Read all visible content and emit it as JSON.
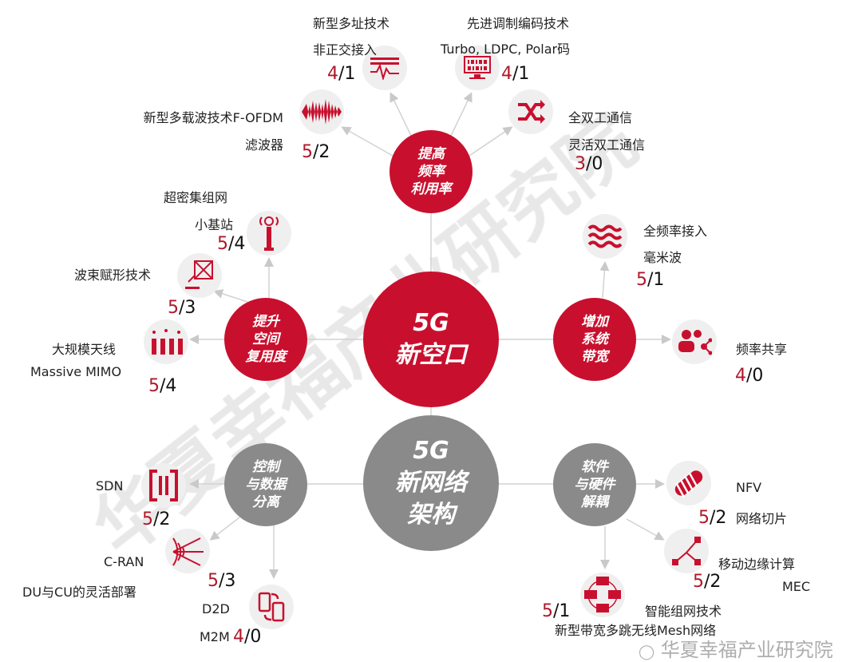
{
  "colors": {
    "accent": "#c8102e",
    "grey": "#8a8a8a"
  },
  "watermark": "华夏幸福产业研究院",
  "footer_watermark": "华夏幸福产业研究院",
  "hubs": {
    "air": [
      "5G",
      "新空口"
    ],
    "net": [
      "5G",
      "新网络",
      "架构"
    ],
    "freq": [
      "提高",
      "频率",
      "利用率"
    ],
    "space": [
      "提升",
      "空间",
      "复用度"
    ],
    "band": [
      "增加",
      "系统",
      "带宽"
    ],
    "ctrl": [
      "控制",
      "与数据",
      "分离"
    ],
    "sw": [
      "软件",
      "与硬件",
      "解耦"
    ]
  },
  "items": {
    "noma": {
      "lines": [
        "新型多址技术",
        "非正交接入"
      ],
      "score": [
        "4",
        "/1"
      ],
      "icon": "waveform-bars-icon"
    },
    "coding": {
      "lines": [
        "先进调制编码技术",
        "Turbo, LDPC, Polar码"
      ],
      "score": [
        "4",
        "/1"
      ],
      "icon": "binary-monitor-icon"
    },
    "fofdm": {
      "lines": [
        "新型多载波技术F-OFDM",
        "滤波器"
      ],
      "score": [
        "5",
        "/2"
      ],
      "icon": "sound-wave-icon"
    },
    "duplex": {
      "lines": [
        "全双工通信",
        "灵活双工通信"
      ],
      "score": [
        "3",
        "/0"
      ],
      "icon": "shuffle-icon"
    },
    "small": {
      "lines": [
        "超密集组网",
        "小基站"
      ],
      "score": [
        "5",
        "/4"
      ],
      "icon": "antenna-tower-icon"
    },
    "beam": {
      "lines": [
        "波束赋形技术"
      ],
      "score": [
        "5",
        "/3"
      ],
      "icon": "satellite-dish-icon"
    },
    "mimo": {
      "lines": [
        "大规模天线",
        "Massive MIMO"
      ],
      "score": [
        "5",
        "/4"
      ],
      "icon": "antenna-array-icon"
    },
    "mmw": {
      "lines": [
        "全频率接入",
        "毫米波"
      ],
      "score": [
        "5",
        "/1"
      ],
      "icon": "waves-icon"
    },
    "share": {
      "lines": [
        "频率共享"
      ],
      "score": [
        "4",
        "/0"
      ],
      "icon": "users-share-icon"
    },
    "sdn": {
      "lines": [
        "SDN"
      ],
      "score": [
        "5",
        "/2"
      ],
      "icon": "split-bracket-icon"
    },
    "cran": {
      "lines": [
        "C-RAN",
        "DU与CU的灵活部署"
      ],
      "score": [
        "5",
        "/3"
      ],
      "icon": "radar-arrows-icon"
    },
    "d2d": {
      "lines": [
        "D2D",
        "M2M"
      ],
      "score": [
        "4",
        "/0"
      ],
      "icon": "phones-icon"
    },
    "nfv": {
      "lines": [
        "NFV",
        "网络切片"
      ],
      "score": [
        "5",
        "/2"
      ],
      "icon": "sliced-bar-icon"
    },
    "mec": {
      "lines": [
        "移动边缘计算",
        "MEC"
      ],
      "score": [
        "5",
        "/2"
      ],
      "icon": "node-branch-icon"
    },
    "mesh": {
      "lines": [
        "智能组网技术",
        "新型带宽多跳无线Mesh网络"
      ],
      "score": [
        "5",
        "/1"
      ],
      "icon": "network-computers-icon"
    }
  }
}
